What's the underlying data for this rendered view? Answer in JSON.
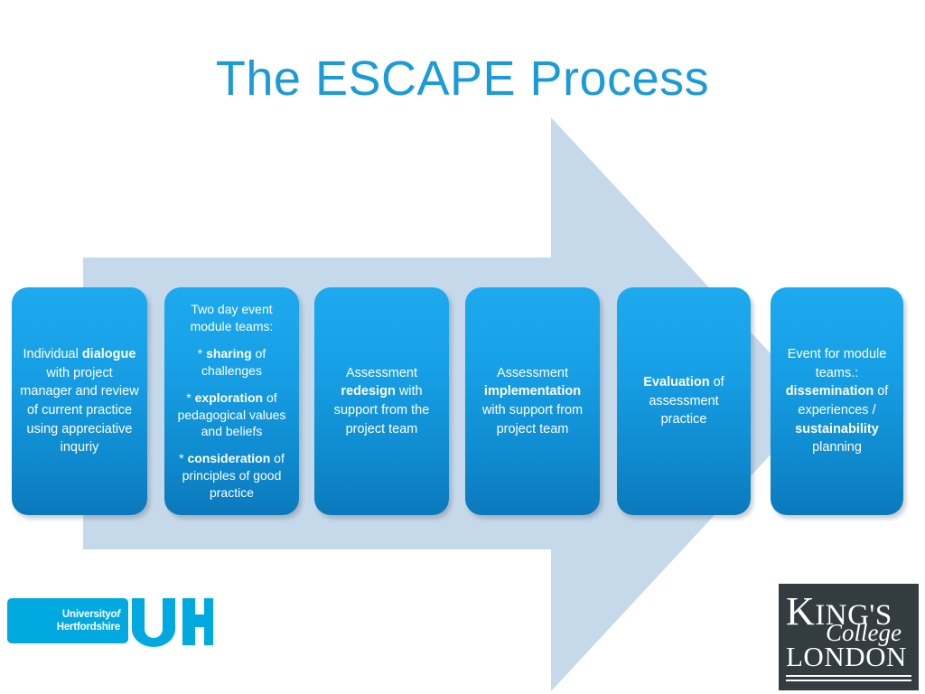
{
  "slide": {
    "title": "The ESCAPE Process",
    "title_color": "#1B9BD8",
    "background_color": "#FFFFFF"
  },
  "arrow": {
    "name": "process-arrow",
    "fill_color": "#C6D9EA",
    "direction": "right"
  },
  "stages": [
    {
      "index": 1,
      "paragraphs": [
        [
          {
            "text": "Individual ",
            "bold": false
          },
          {
            "text": "dialogue",
            "bold": true
          },
          {
            "text": " with project manager and review of current practice using appreciative inquriy",
            "bold": false
          }
        ]
      ]
    },
    {
      "index": 2,
      "paragraphs": [
        [
          {
            "text": "Two day event module teams:",
            "bold": false
          }
        ],
        [
          {
            "text": "* ",
            "bold": false
          },
          {
            "text": "sharing",
            "bold": true
          },
          {
            "text": " of challenges",
            "bold": false
          }
        ],
        [
          {
            "text": "* ",
            "bold": false
          },
          {
            "text": "exploration",
            "bold": true
          },
          {
            "text": " of pedagogical values and beliefs",
            "bold": false
          }
        ],
        [
          {
            "text": "* ",
            "bold": false
          },
          {
            "text": "consideration",
            "bold": true
          },
          {
            "text": " of principles of good practice",
            "bold": false
          }
        ]
      ]
    },
    {
      "index": 3,
      "paragraphs": [
        [
          {
            "text": "Assessment ",
            "bold": false
          },
          {
            "text": "redesign",
            "bold": true
          },
          {
            "text": " with support from the project team",
            "bold": false
          }
        ]
      ]
    },
    {
      "index": 4,
      "paragraphs": [
        [
          {
            "text": "Assessment ",
            "bold": false
          },
          {
            "text": "implementation",
            "bold": true
          },
          {
            "text": " with support from project team",
            "bold": false
          }
        ]
      ]
    },
    {
      "index": 5,
      "paragraphs": [
        [
          {
            "text": "Evaluation",
            "bold": true
          },
          {
            "text": " of assessment practice",
            "bold": false
          }
        ]
      ]
    },
    {
      "index": 6,
      "paragraphs": [
        [
          {
            "text": "Event for module teams.: ",
            "bold": false
          },
          {
            "text": "dissemination",
            "bold": true
          },
          {
            "text": " of experiences / ",
            "bold": false
          },
          {
            "text": "sustainability",
            "bold": true
          },
          {
            "text": " planning",
            "bold": false
          }
        ]
      ]
    }
  ],
  "logos": {
    "hertfordshire": {
      "line1_regular": "University",
      "line1_italic": "of",
      "line2": "Hertfordshire",
      "monogram": "UH",
      "color": "#00A9E0"
    },
    "kcl": {
      "cap": "K",
      "line1_rest": "ING'S",
      "line2": "College",
      "line3": "LONDON",
      "background_color": "#333C3F"
    }
  },
  "box_style": {
    "gradient_top": "#1EA9EE",
    "gradient_bottom": "#0B79BC",
    "text_color": "#FFFFFF"
  }
}
